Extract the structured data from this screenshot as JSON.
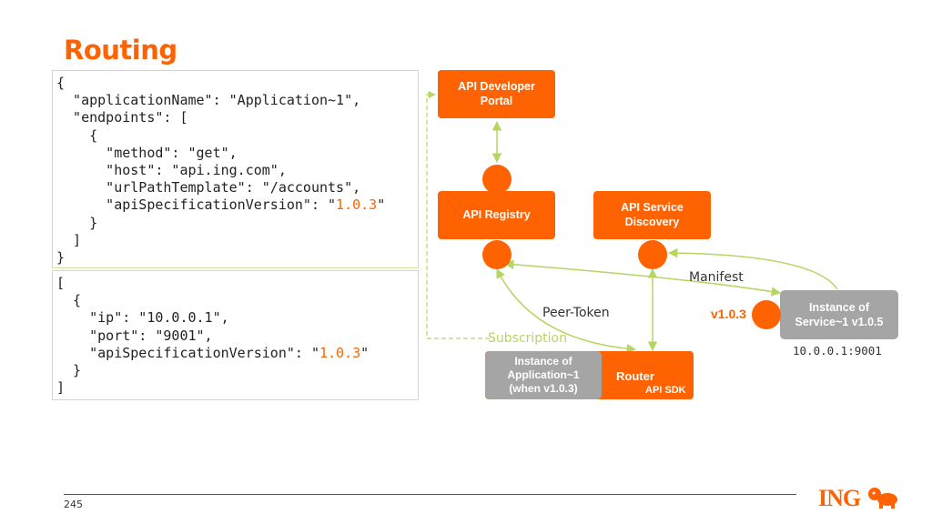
{
  "title": "Routing",
  "page_number": "245",
  "logo_text": "ING",
  "code_application": [
    "{",
    "  \"applicationName\": \"Application~1\",",
    "  \"endpoints\": [",
    "    {",
    "      \"method\": \"get\",",
    "      \"host\": \"api.ing.com\",",
    "      \"urlPathTemplate\": \"/accounts\","
  ],
  "code_application_version_line": {
    "prefix": "      \"apiSpecificationVersion\": \"",
    "version": "1.0.3",
    "suffix": "\""
  },
  "code_application_end": [
    "    }",
    "  ]",
    "}"
  ],
  "code_instance_start": [
    "[",
    "  {",
    "    \"ip\": \"10.0.0.1\",",
    "    \"port\": \"9001\","
  ],
  "code_instance_version_line": {
    "prefix": "    \"apiSpecificationVersion\": \"",
    "version": "1.0.3",
    "suffix": "\""
  },
  "code_instance_end": [
    "  }",
    "]"
  ],
  "nodes": {
    "developer_portal": "API Developer\nPortal",
    "registry": "API Registry",
    "service_discovery": "API Service\nDiscovery",
    "service_instance": "Instance of\nService~1 v1.0.5",
    "application_instance": "Instance of\nApplication~1\n(when v1.0.3)",
    "router": "Router",
    "api_sdk": "API SDK"
  },
  "labels": {
    "manifest": "Manifest",
    "peer_token": "Peer-Token",
    "subscription": "Subscription",
    "version": "v1.0.3",
    "service_ip": "10.0.0.1:9001"
  },
  "colors": {
    "accent": "#ff6200",
    "connector": "#b5d662",
    "grey": "#a5a5a5"
  }
}
